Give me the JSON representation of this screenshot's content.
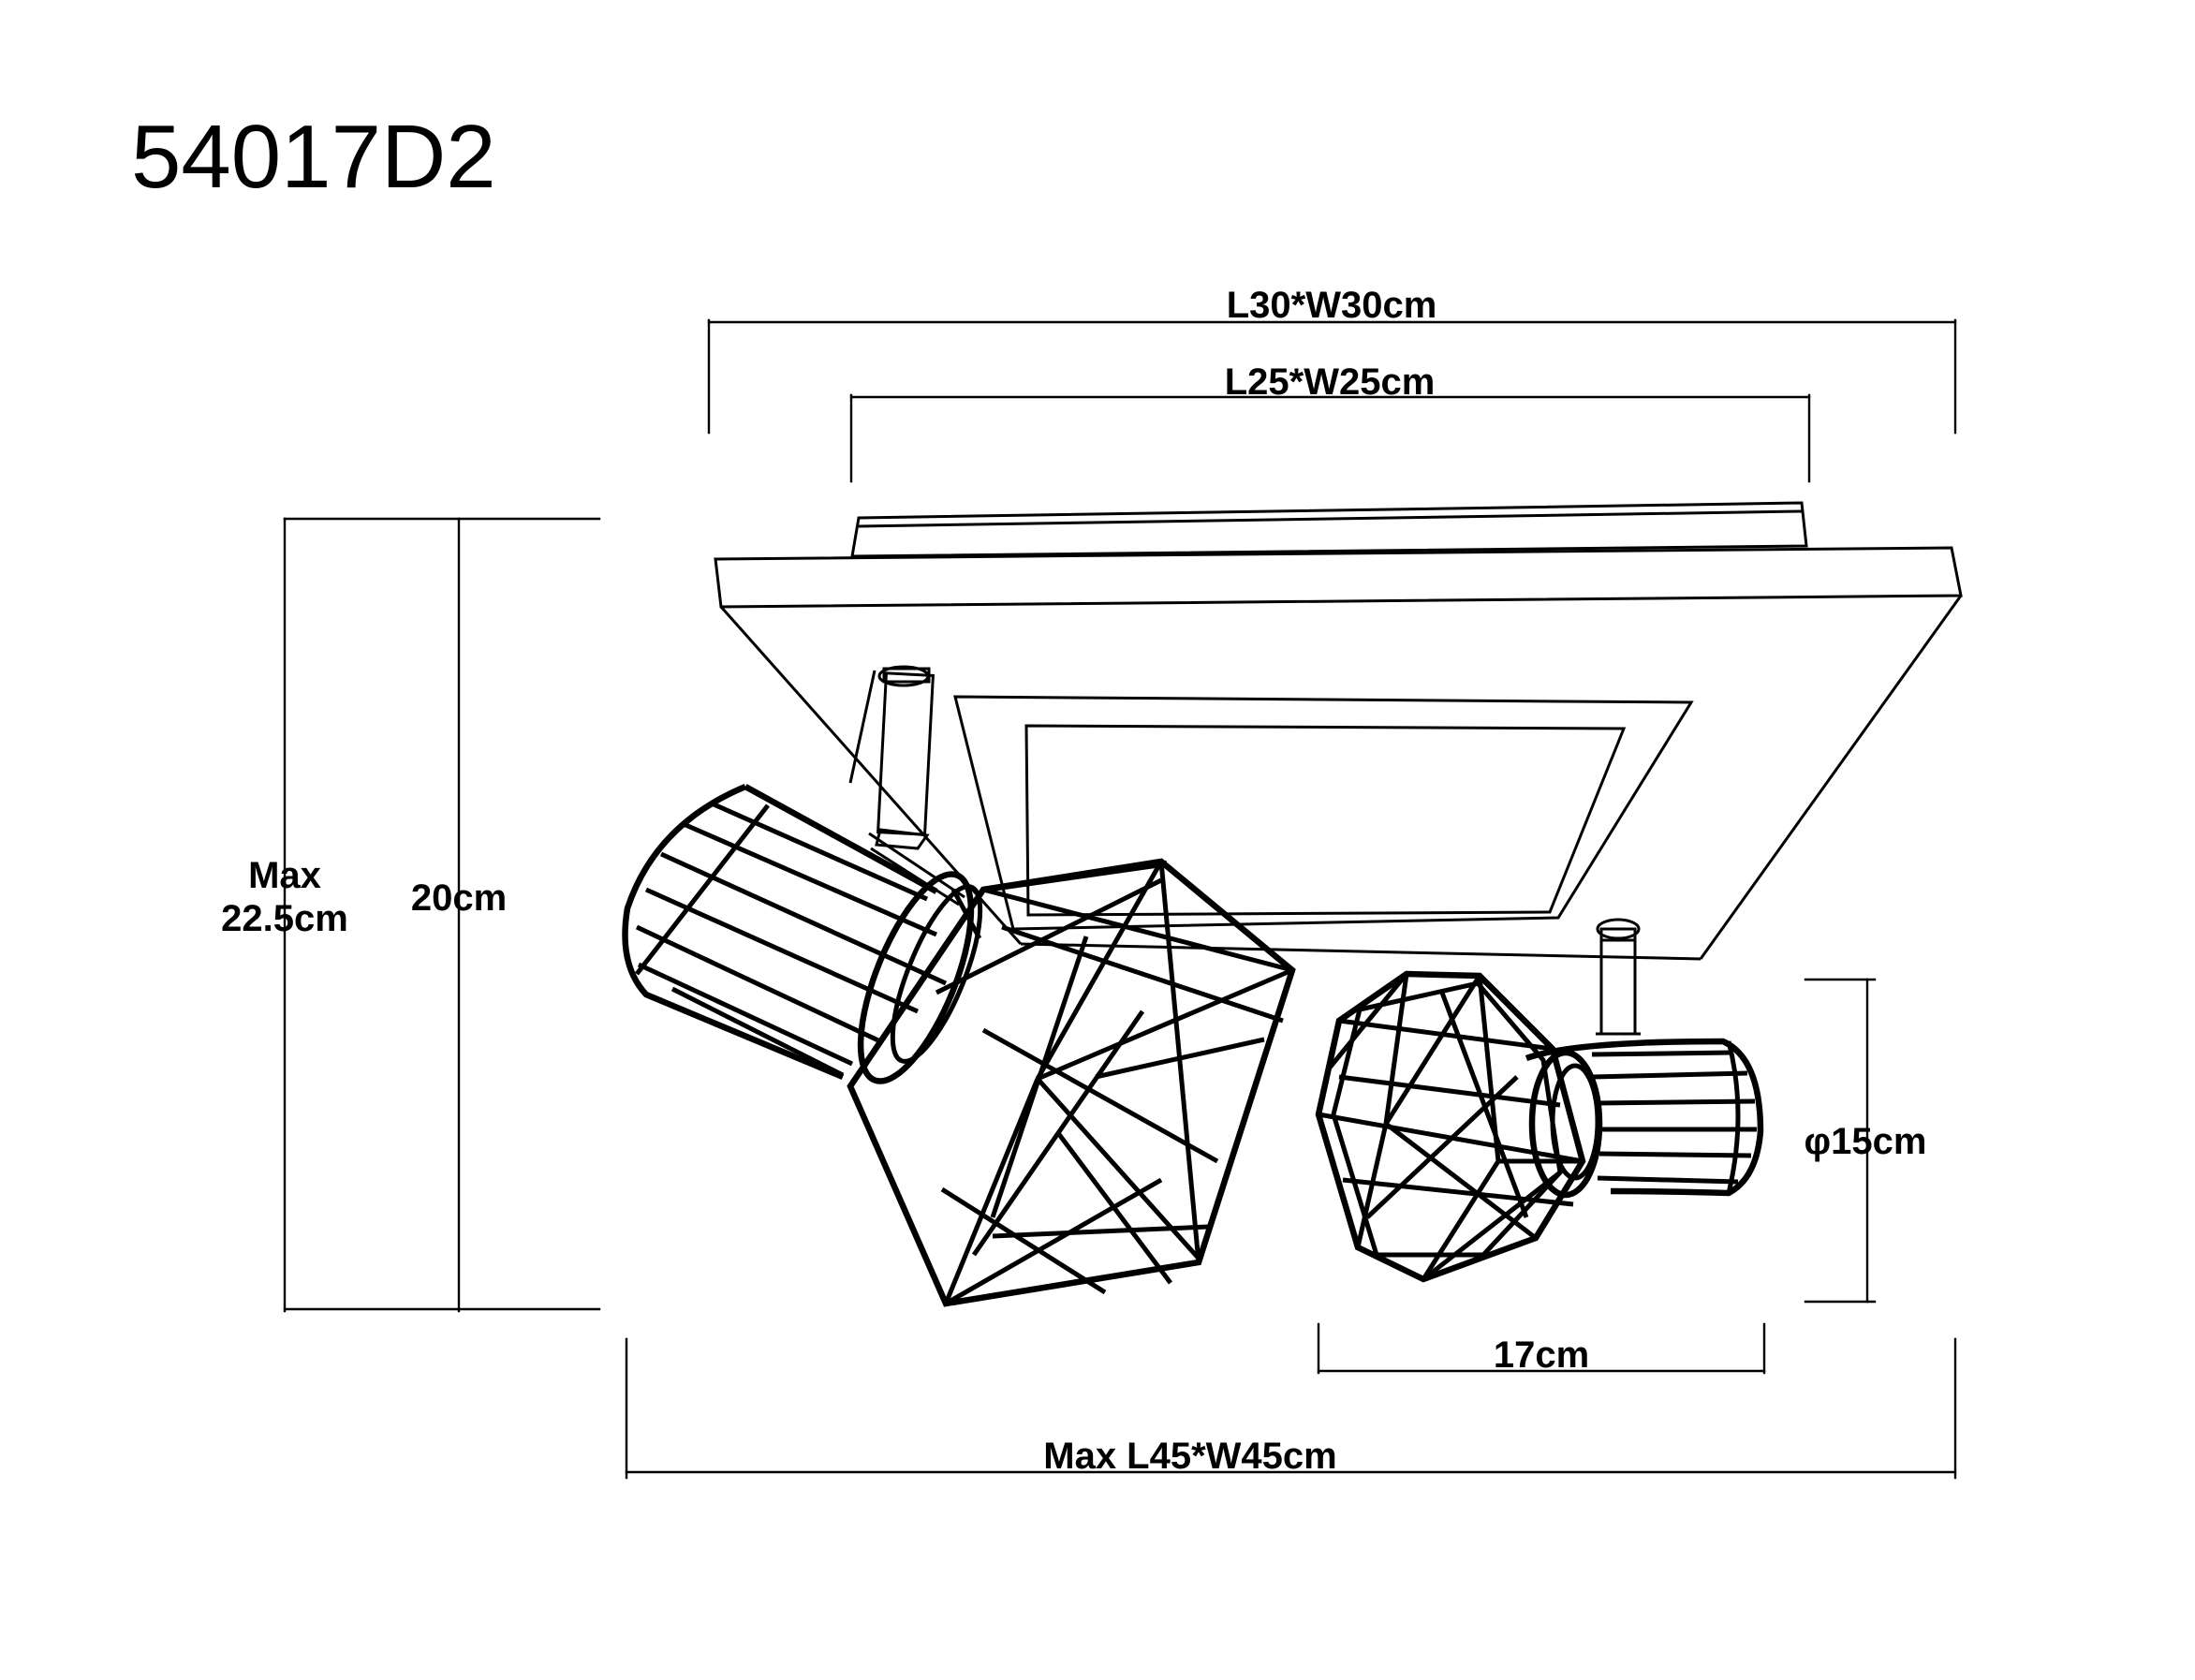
{
  "model_number": "54017D2",
  "dimensions": {
    "outer_plate": "L30*W30cm",
    "inner_plate": "L25*W25cm",
    "max_height_line1": "Max",
    "max_height_line2": "22.5cm",
    "height": "20cm",
    "shade_diameter": "φ15cm",
    "shade_length": "17cm",
    "max_span": "Max L45*W45cm"
  }
}
